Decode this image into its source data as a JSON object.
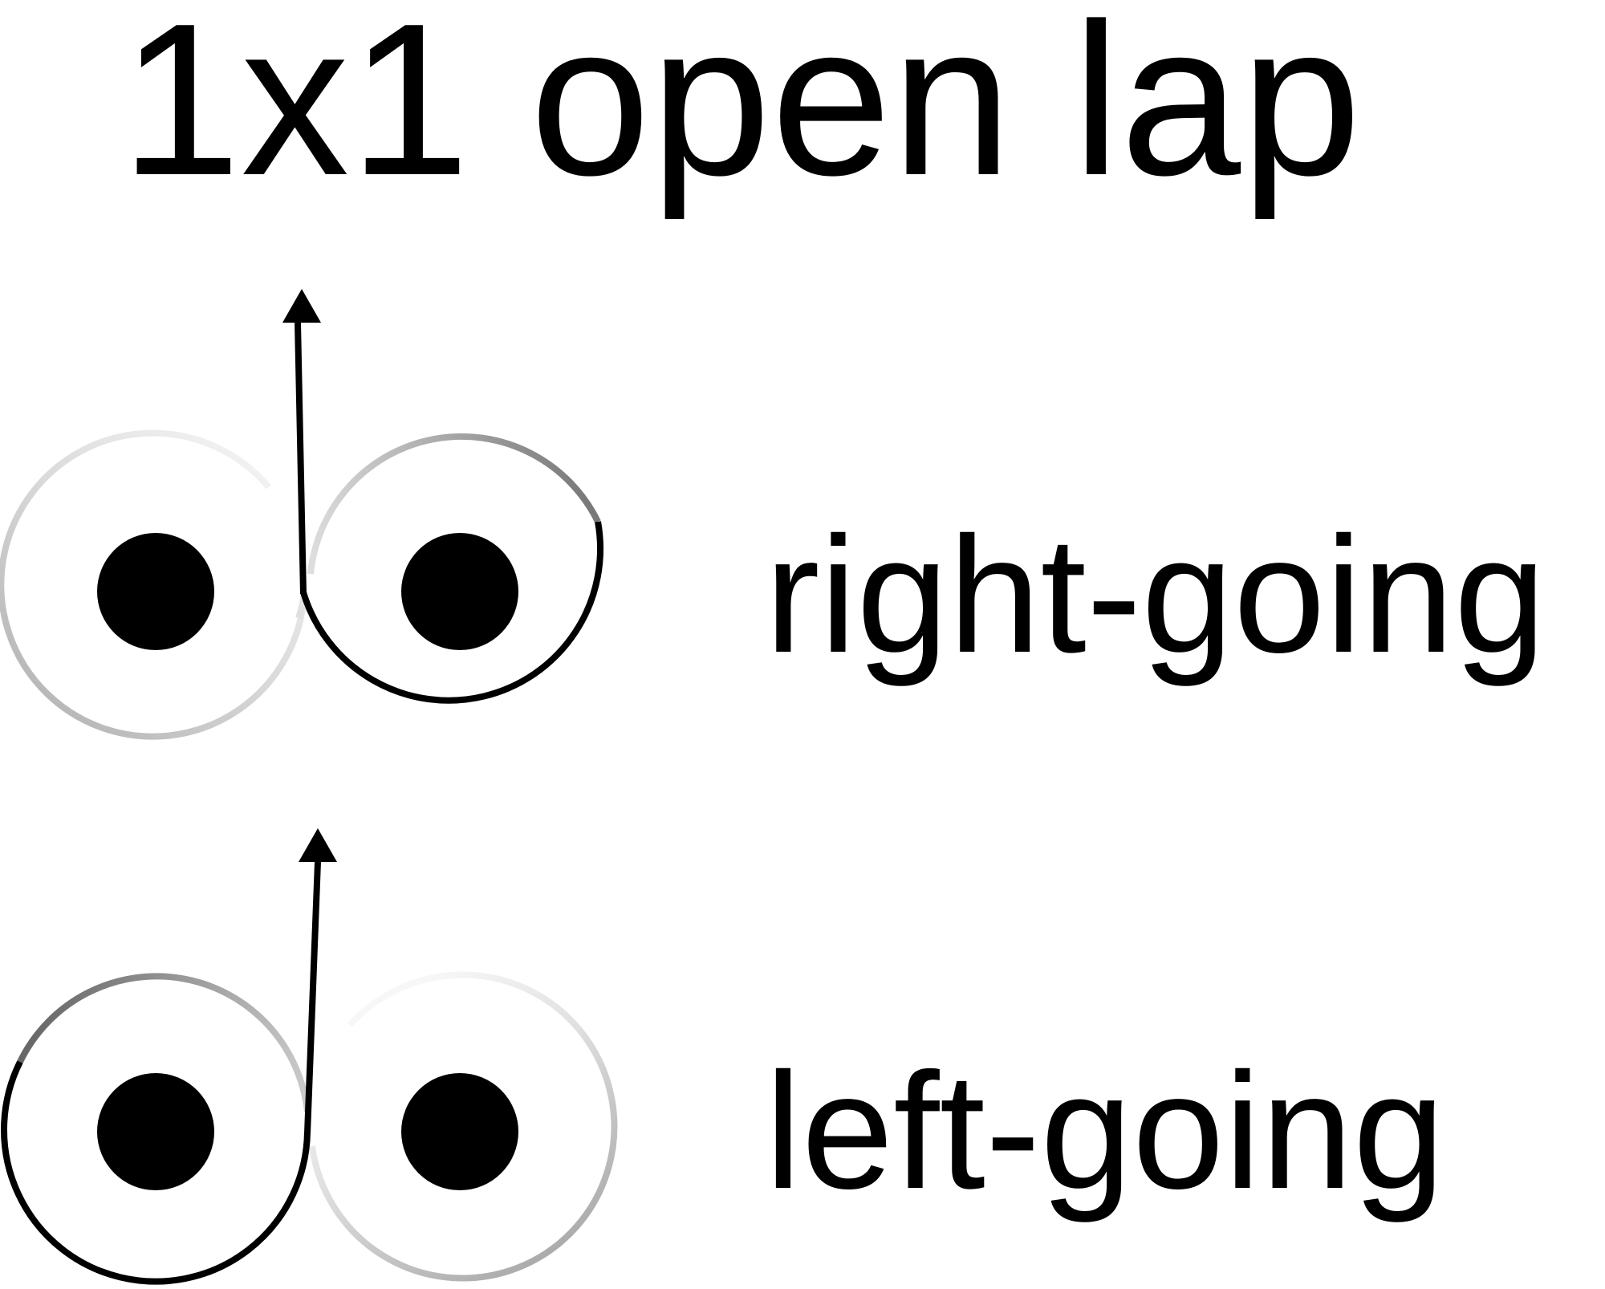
{
  "title": "1x1 open lap",
  "rows": [
    {
      "label": "right-going"
    },
    {
      "label": "left-going"
    }
  ],
  "colors": {
    "stroke": "#000000",
    "dot": "#000000",
    "gray_dark": "#888888",
    "gray_mid": "#bbbbbb",
    "gray_light": "#dddddd",
    "gray_faint": "#f2f2f2"
  }
}
